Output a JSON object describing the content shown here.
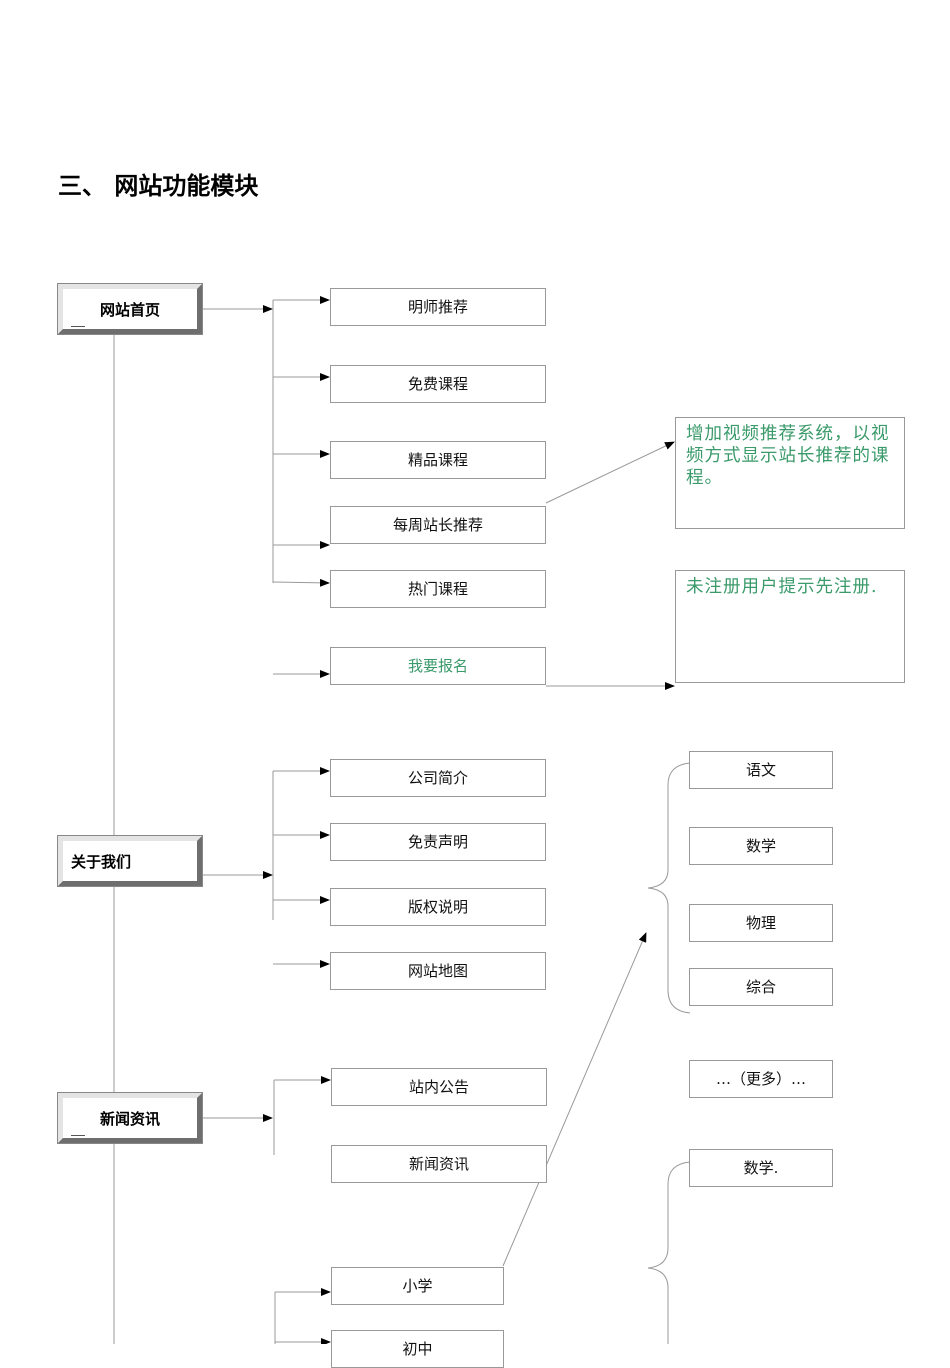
{
  "heading": "三、 网站功能模块",
  "sections": {
    "home": "网站首页",
    "about": "关于我们",
    "news": "新闻资讯"
  },
  "home_items": [
    "明师推荐",
    "免费课程",
    "精品课程",
    "每周站长推荐",
    "热门课程",
    "我要报名"
  ],
  "about_items": [
    "公司简介",
    "免责声明",
    "版权说明",
    "网站地图"
  ],
  "news_items": [
    "站内公告",
    "新闻资讯"
  ],
  "level_items": [
    "小学",
    "初中"
  ],
  "notes": {
    "recommend": "增加视频推荐系统，以视频方式显示站长推荐的课程。",
    "register": "未注册用户提示先注册."
  },
  "subjects": [
    "语文",
    "数学",
    "物理",
    "综合",
    "…（更多）…"
  ],
  "subject_cut": "数学."
}
